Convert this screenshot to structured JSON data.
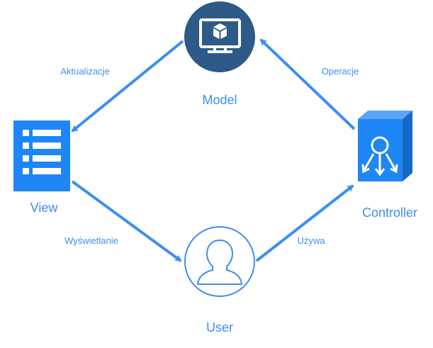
{
  "colors": {
    "arrow": "#3d8ef0",
    "label": "#3d8ef0",
    "model_fill": "#2d5a87",
    "icon_blue": "#1e86f5",
    "white": "#ffffff"
  },
  "nodes": {
    "model": {
      "label": "Model",
      "icon": "monitor-cube-icon"
    },
    "view": {
      "label": "View",
      "icon": "list-icon"
    },
    "controller": {
      "label": "Controller",
      "icon": "controller-box-icon"
    },
    "user": {
      "label": "User",
      "icon": "user-icon"
    }
  },
  "edges": [
    {
      "from": "model",
      "to": "view",
      "label": "Aktualizacje"
    },
    {
      "from": "controller",
      "to": "model",
      "label": "Operacje"
    },
    {
      "from": "view",
      "to": "user",
      "label": "Wyświetlanie"
    },
    {
      "from": "user",
      "to": "controller",
      "label": "Używa"
    }
  ]
}
